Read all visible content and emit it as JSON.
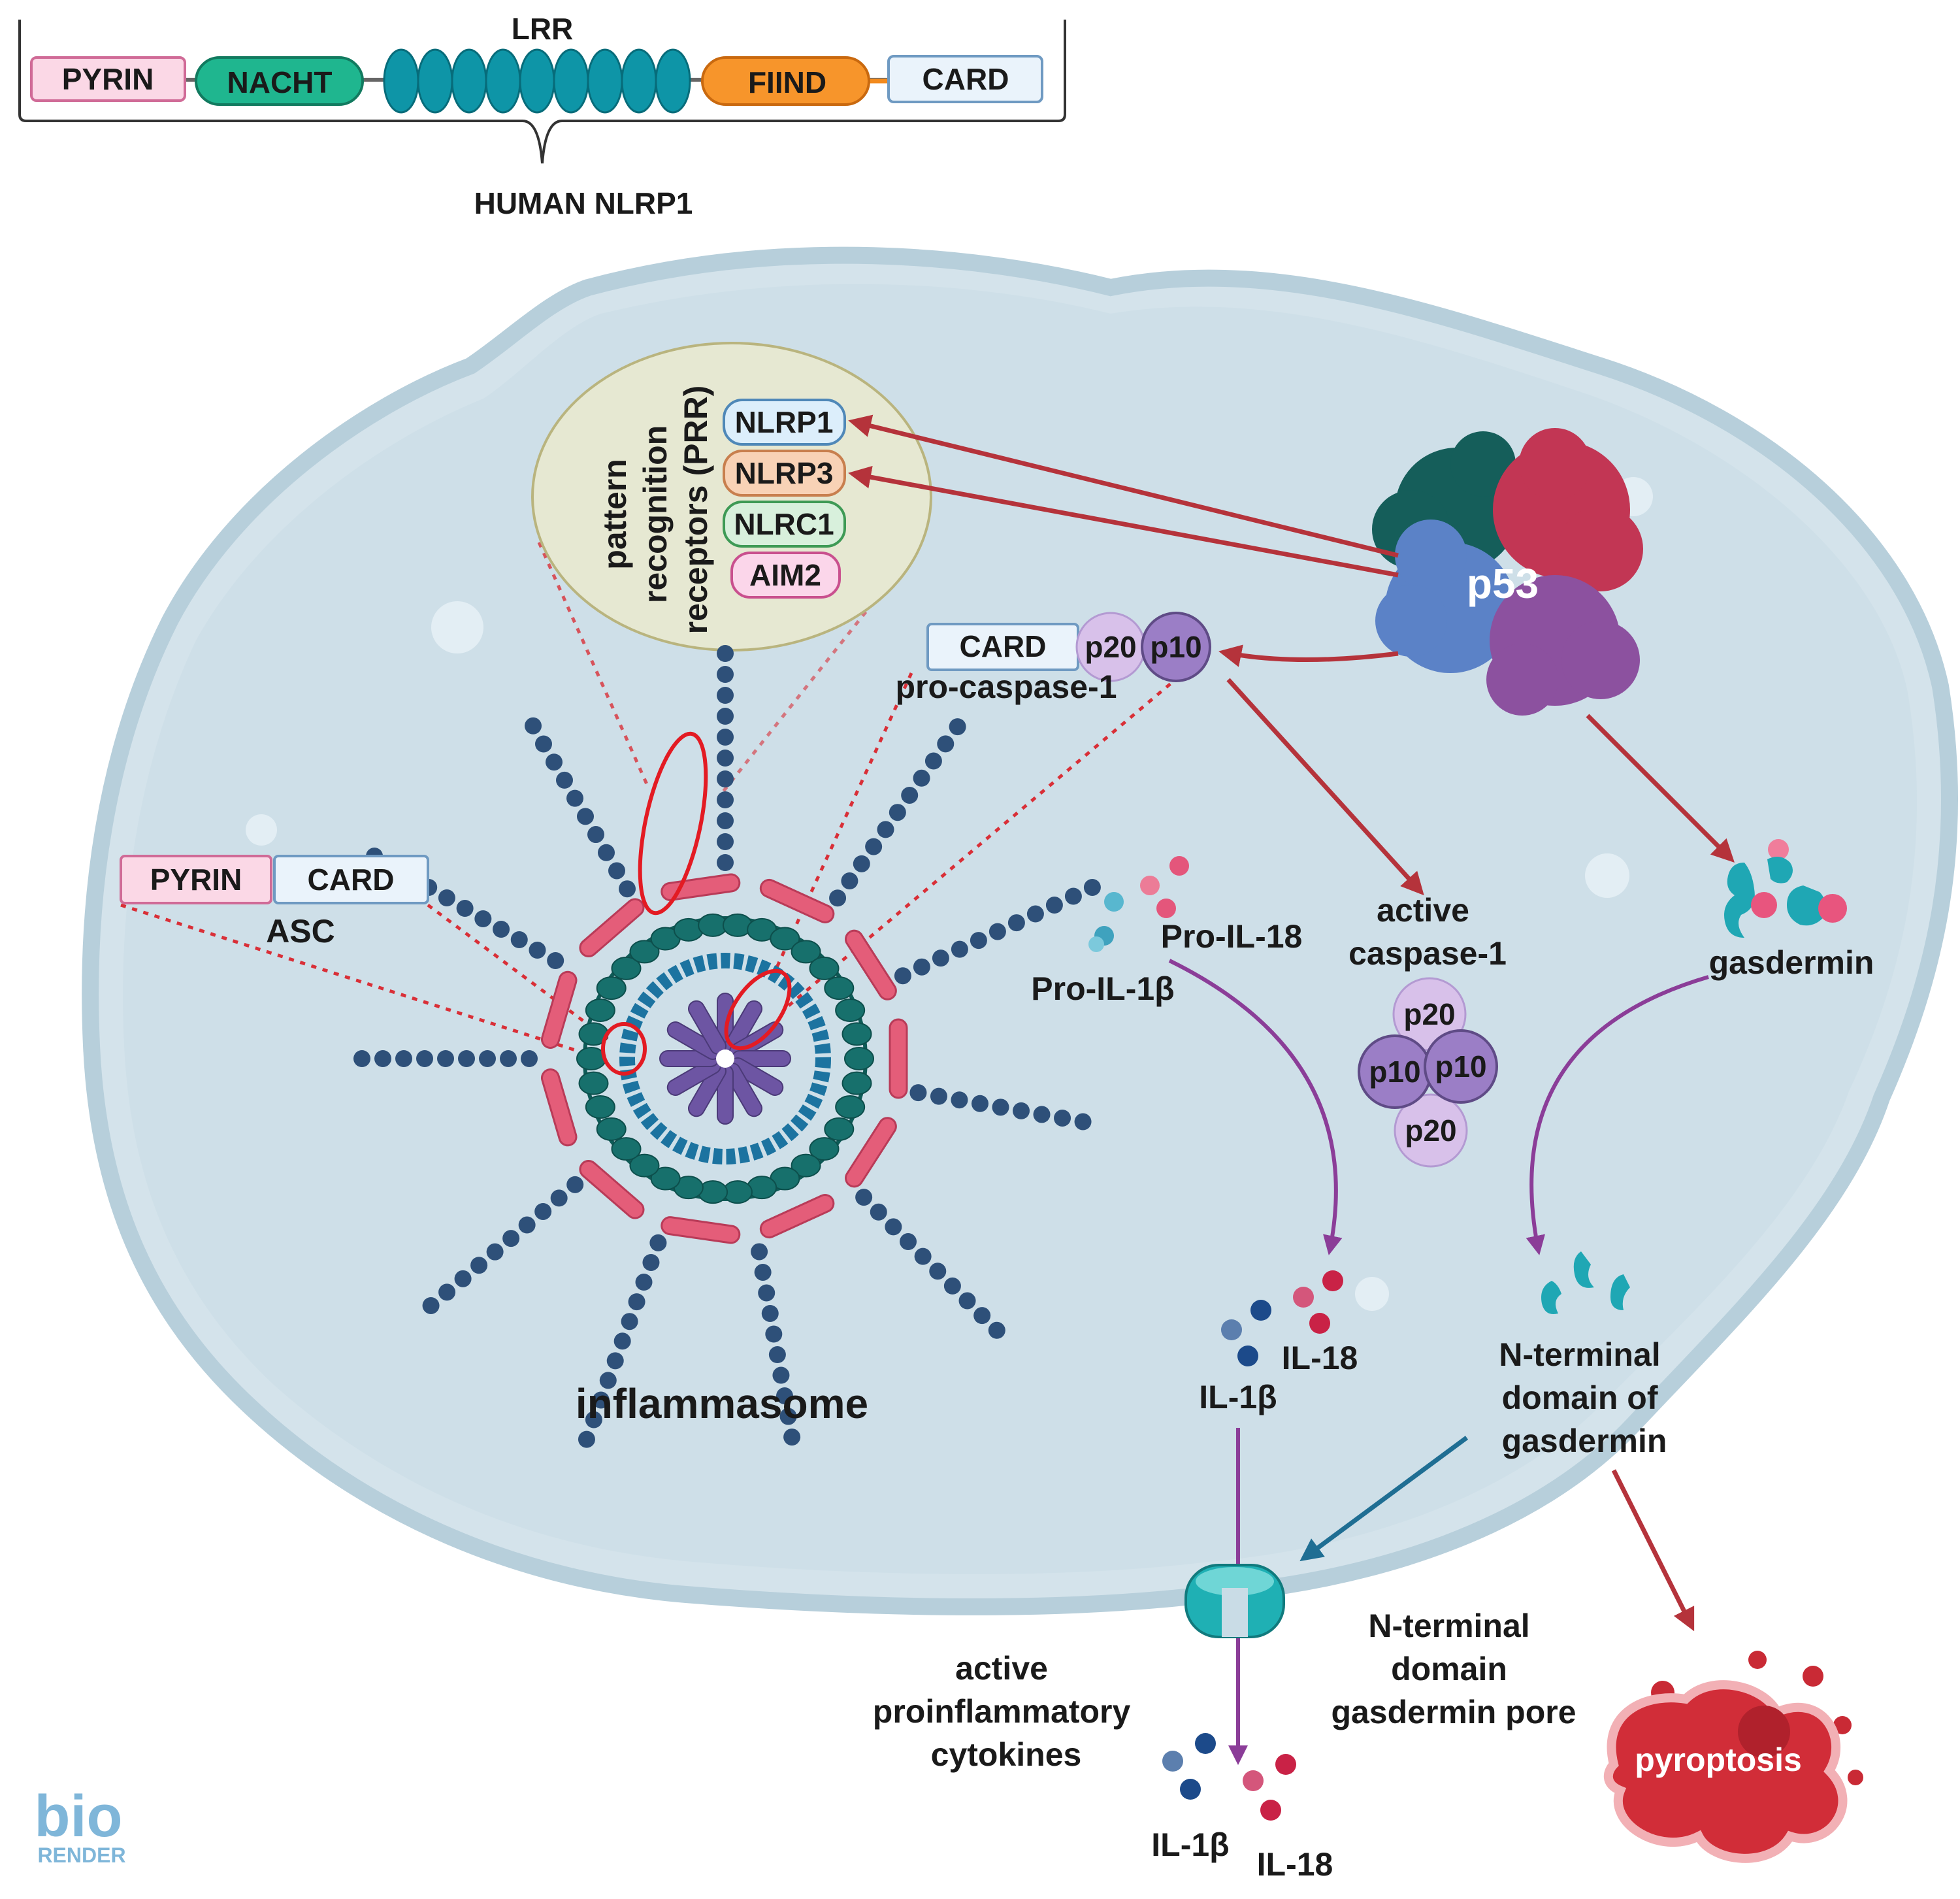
{
  "nlrp1_domain_bar": {
    "domains": [
      "PYRIN",
      "NACHT",
      "LRR",
      "FIIND",
      "CARD"
    ],
    "caption": "HUMAN NLRP1"
  },
  "prr_bubble": {
    "title_lines": [
      "pattern",
      "recognition",
      "receptors (PRR)"
    ],
    "receptors": [
      "NLRP1",
      "NLRP3",
      "NLRC1",
      "AIM2"
    ]
  },
  "asc": {
    "domains": [
      "PYRIN",
      "CARD"
    ],
    "label": "ASC"
  },
  "pro_caspase": {
    "domains": [
      "CARD",
      "p20",
      "p10"
    ],
    "label": "pro-caspase-1"
  },
  "p53": {
    "label": "p53"
  },
  "active_caspase": {
    "label_lines": [
      "active",
      "caspase-1"
    ],
    "subunits": [
      "p20",
      "p10",
      "p10",
      "p20"
    ]
  },
  "pro_cytokines": {
    "il18": "Pro-IL-18",
    "il1b": "Pro-IL-1β"
  },
  "gasdermin": {
    "label": "gasdermin"
  },
  "inflammasome": {
    "label": "inflammasome"
  },
  "cytokines_inside": {
    "il18": "IL-18",
    "il1b": "IL-1β"
  },
  "n_terminal": {
    "label_lines": [
      "N-terminal",
      "domain of",
      "gasdermin"
    ]
  },
  "pore": {
    "label_lines": [
      "N-terminal",
      "domain",
      "gasdermin  pore"
    ]
  },
  "released": {
    "label_lines": [
      "active",
      "proinflammatory",
      "cytokines"
    ],
    "il1b": "IL-1β",
    "il18": "IL-18"
  },
  "pyroptosis": {
    "label": "pyroptosis"
  },
  "watermark": {
    "top": "bio",
    "bottom": "RENDER"
  },
  "colors": {
    "cell_fill": "#d4e3eb",
    "cell_border": "#b7cfdb",
    "red_arrow": "#b5333b",
    "purple_arrow": "#8b3d98",
    "blue_arrow": "#1f6e93",
    "asc_filament": "#2e5079",
    "ring_teal": "#17706c",
    "ring_pink": "#e45d79",
    "center_purple": "#6d55a3"
  }
}
